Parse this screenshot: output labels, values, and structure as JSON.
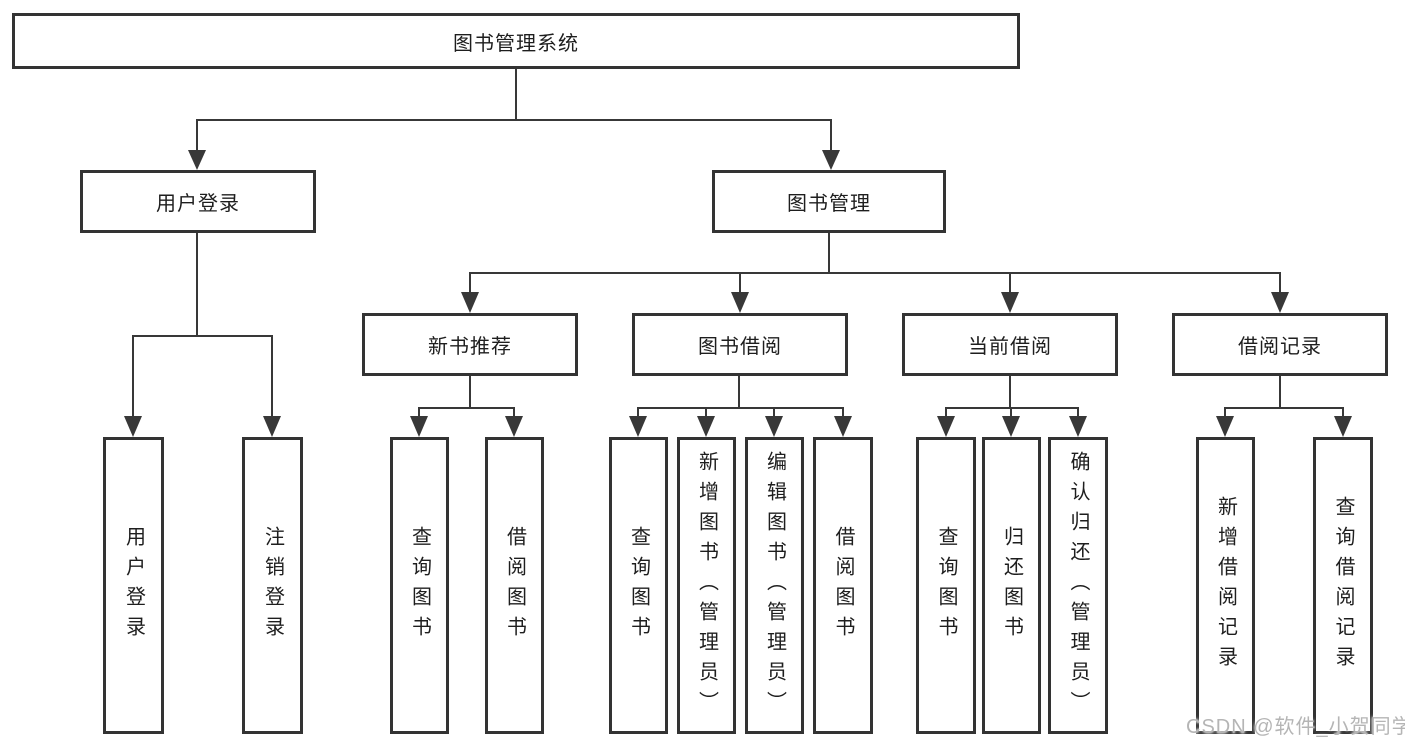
{
  "tree": {
    "root": {
      "label": "图书管理系统"
    },
    "level2": [
      {
        "label": "用户登录"
      },
      {
        "label": "图书管理"
      }
    ],
    "level3": [
      {
        "label": "新书推荐",
        "parent": "图书管理"
      },
      {
        "label": "图书借阅",
        "parent": "图书管理"
      },
      {
        "label": "当前借阅",
        "parent": "图书管理"
      },
      {
        "label": "借阅记录",
        "parent": "图书管理"
      }
    ],
    "leaves": [
      {
        "label": "用户登录",
        "parent": "用户登录"
      },
      {
        "label": "注销登录",
        "parent": "用户登录"
      },
      {
        "label": "查询图书",
        "parent": "新书推荐"
      },
      {
        "label": "借阅图书",
        "parent": "新书推荐"
      },
      {
        "label": "查询图书",
        "parent": "图书借阅"
      },
      {
        "label": "新增图书（管理员）",
        "parent": "图书借阅"
      },
      {
        "label": "编辑图书（管理员）",
        "parent": "图书借阅"
      },
      {
        "label": "借阅图书",
        "parent": "图书借阅"
      },
      {
        "label": "查询图书",
        "parent": "当前借阅"
      },
      {
        "label": "归还图书",
        "parent": "当前借阅"
      },
      {
        "label": "确认归还（管理员）",
        "parent": "当前借阅"
      },
      {
        "label": "新增借阅记录",
        "parent": "借阅记录"
      },
      {
        "label": "查询借阅记录",
        "parent": "借阅记录"
      }
    ]
  },
  "watermark": "CSDN @软件_小贺同学",
  "colors": {
    "line": "#383838",
    "box_border": "#333333",
    "box_fill": "#ffffff",
    "text": "#1e1e1e",
    "watermark": "#b5b5b5"
  }
}
